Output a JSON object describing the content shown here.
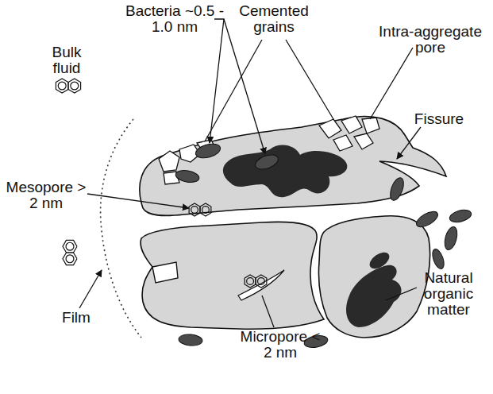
{
  "diagram": {
    "labels": [
      "Bacteria ~0.5 - 1.0 nm",
      "Cemented grains",
      "Intra-aggregate pore",
      "Bulk fluid",
      "Fissure",
      "Mesopore > 2 nm",
      "Film",
      "Micropore < 2 nm",
      "Natural organic matter"
    ]
  }
}
